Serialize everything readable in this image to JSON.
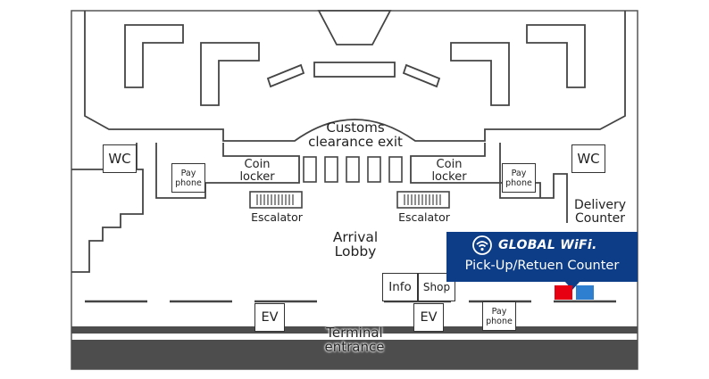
{
  "map": {
    "customs_line1": "Customs",
    "customs_line2": "clearance exit",
    "wc": "WC",
    "pay_phone_line1": "Pay",
    "pay_phone_line2": "phone",
    "coin_locker_line1": "Coin",
    "coin_locker_line2": "locker",
    "escalator": "Escalator",
    "delivery_line1": "Delivery",
    "delivery_line2": "Counter",
    "arrival_line1": "Arrival",
    "arrival_line2": "Lobby",
    "info": "Info",
    "shop": "Shop",
    "ev": "EV",
    "terminal_line1": "Terminal",
    "terminal_line2": "entrance"
  },
  "callout": {
    "brand": "GLOBAL WiFi.",
    "service": "Pick-Up/Retuen Counter",
    "brand_color": "#0d3d86",
    "logo_icon": "wifi-globe-icon"
  },
  "markers": {
    "pickup_red": "#e60012",
    "pickup_blue": "#2f7fd0"
  }
}
